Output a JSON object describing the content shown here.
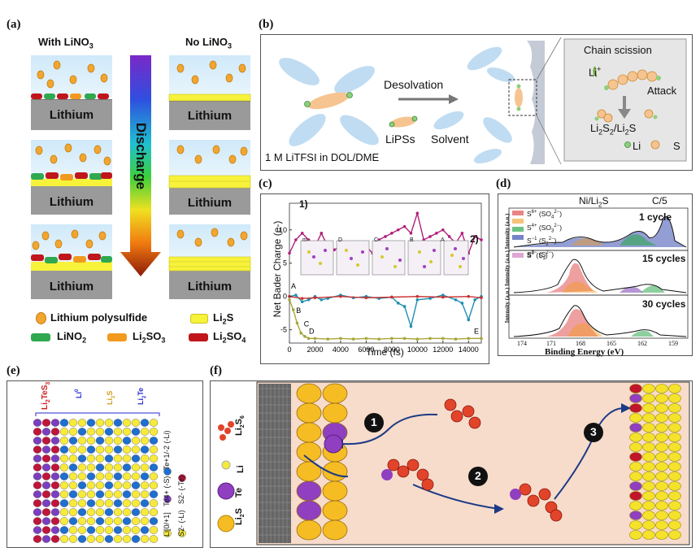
{
  "panels": {
    "a": {
      "label": "(a)",
      "with_title": "With LiNO",
      "with_sub": "3",
      "no_title": "No LiNO",
      "no_sub": "3",
      "lithium": "Lithium",
      "discharge": "Discharge",
      "legend": {
        "polysulfide": "Lithium polysulfide",
        "li2s_pre": "Li",
        "li2s_sub": "2",
        "li2s_post": "S",
        "lino2_pre": "LiNO",
        "lino2_sub": "2",
        "li2so3_pre": "Li",
        "li2so3_sub": "2",
        "li2so3_post": "SO",
        "li2so3_sub2": "3",
        "li2so4_pre": "Li",
        "li2so4_sub": "2",
        "li2so4_post": "SO",
        "li2so4_sub2": "4"
      },
      "colors": {
        "polysulfide": "#f2a630",
        "li2s": "#f7f23a",
        "lino2": "#2fa84f",
        "li2so3": "#f29a1f",
        "li2so4": "#c0151b"
      }
    },
    "b": {
      "label": "(b)",
      "desolvation": "Desolvation",
      "lipss": "LiPSs",
      "solvent": "Solvent",
      "electrolyte": "1 M LiTFSI in DOL/DME",
      "chain_scission": "Chain scission",
      "li_plus": "Li",
      "li_plus_sup": "+",
      "attack": "Attack",
      "products": "Li",
      "legend_li": "Li",
      "legend_s": "S"
    },
    "c": {
      "label": "(c)",
      "marker1": "1)",
      "marker2": "2)",
      "ylabel": "Net Bader Charge (e-)",
      "xlabel": "Time (fs)",
      "snapshot_labels": [
        "m",
        "D",
        "C",
        "B",
        "A"
      ],
      "point_labels": [
        "A",
        "B",
        "C",
        "D",
        "E"
      ]
    },
    "d": {
      "label": "(d)",
      "title_left": "Ni/Li",
      "title_left_sub": "2",
      "title_left_post": "S",
      "title_right": "C/5",
      "cycles": [
        "1 cycle",
        "15 cycles",
        "30 cycles"
      ],
      "legend": [
        "S6+ (SO42−)",
        "S4+ (SO32−)",
        "S−1 (S22−)",
        "S2− (S2−)"
      ],
      "legend_s0": "S0 (Sx)",
      "ylabel": "Intensity (a.u.) Intensity (a.u.) Intensity (a.u.)",
      "xlabel": "Binding Energy (eV)",
      "xticks": [
        "174",
        "171",
        "168",
        "165",
        "162",
        "159"
      ]
    },
    "e": {
      "label": "(e)",
      "top_labels": [
        "Li2TeS3",
        "Li0",
        "Li2S",
        "Li2Te"
      ],
      "legend": [
        "Li[0/+1]",
        "Te4+ (-S)",
        "Te+1/-2 (-Li)",
        "S2- (-Li)",
        "S2- (-Te)"
      ]
    },
    "f": {
      "label": "(f)",
      "steps": [
        "1",
        "2",
        "3"
      ],
      "legend": [
        "Li2S6",
        "Li",
        "Te",
        "Li2S"
      ]
    }
  },
  "chart_data": {
    "type": "line",
    "title": "",
    "xlabel": "Time (fs)",
    "ylabel": "Net Bader Charge (e-)",
    "xlim": [
      0,
      15000
    ],
    "ylim": [
      -7,
      14
    ],
    "xticks": [
      0,
      2000,
      4000,
      6000,
      8000,
      10000,
      12000,
      14000
    ],
    "yticks": [
      -5,
      0,
      5,
      10
    ],
    "series": [
      {
        "color": "#b0207c",
        "x": [
          0,
          500,
          1000,
          1500,
          2000,
          2500,
          3000,
          3500,
          4000,
          4500,
          5000,
          5500,
          6000,
          6500,
          7000,
          7500,
          8000,
          8500,
          9000,
          9500,
          10000,
          10500,
          11000,
          11500,
          12000,
          12500,
          13000,
          13500,
          14000,
          14500,
          15000
        ],
        "y": [
          6.5,
          8.5,
          9.5,
          8.5,
          7.5,
          9.5,
          7.5,
          7.0,
          7.5,
          7.0,
          7.5,
          7.0,
          7.5,
          6.5,
          8.5,
          9.0,
          9.5,
          10.0,
          10.5,
          9.5,
          12.5,
          8.5,
          9.0,
          9.5,
          10.0,
          9.0,
          8.0,
          9.5,
          6.5,
          9.0,
          8.5
        ]
      },
      {
        "color": "#1f8fb0",
        "x": [
          0,
          500,
          1000,
          1500,
          2000,
          2500,
          3000,
          4000,
          5000,
          6000,
          7000,
          8000,
          8500,
          9000,
          9500,
          10000,
          11000,
          12000,
          13000,
          13500,
          14000,
          14500,
          15000
        ],
        "y": [
          0,
          0.2,
          -0.8,
          -0.5,
          0,
          -0.5,
          -0.3,
          0.2,
          -0.2,
          0,
          -0.3,
          -0.1,
          -1.0,
          -1.5,
          -4.5,
          -0.5,
          -0.3,
          0.2,
          -0.5,
          -1.0,
          -3.5,
          -0.5,
          0
        ]
      },
      {
        "color": "#c83030",
        "x": [
          0,
          1000,
          2000,
          4000,
          6000,
          8000,
          10000,
          12000,
          14000,
          15000
        ],
        "y": [
          0,
          -0.3,
          -0.2,
          0,
          -0.2,
          -0.1,
          0,
          -0.1,
          0,
          -0.2
        ]
      },
      {
        "color": "#a7a53a",
        "x": [
          0,
          300,
          600,
          900,
          1200,
          1500,
          2000,
          3000,
          4000,
          5000,
          6000,
          7000,
          8000,
          9000,
          10000,
          11000,
          12000,
          13000,
          14000,
          15000
        ],
        "y": [
          -0.5,
          -2.0,
          -4.0,
          -5.5,
          -6.0,
          -6.3,
          -6.3,
          -6.4,
          -6.3,
          -6.4,
          -6.3,
          -6.4,
          -6.3,
          -6.3,
          -6.4,
          -6.3,
          -6.3,
          -6.4,
          -6.3,
          -6.3
        ]
      }
    ]
  }
}
